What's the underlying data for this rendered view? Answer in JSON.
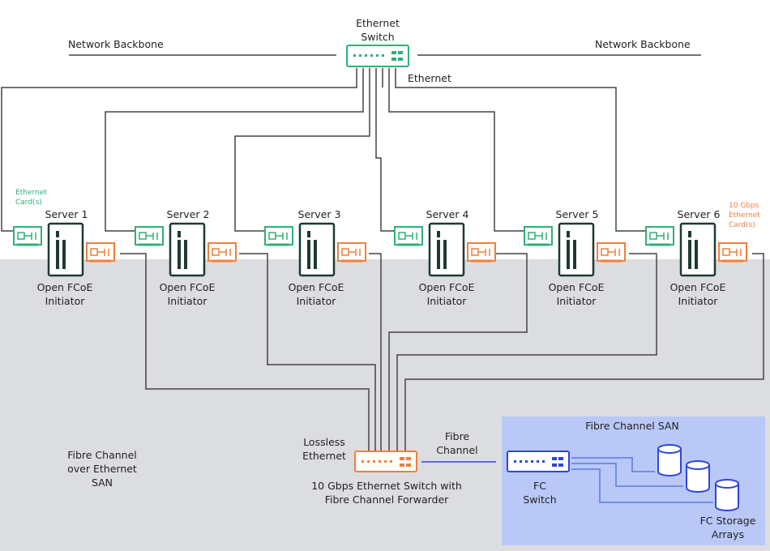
{
  "top": {
    "switch_label": "Ethernet\nSwitch",
    "backbone_left": "Network Backbone",
    "backbone_right": "Network Backbone",
    "ethernet_label": "Ethernet"
  },
  "servers": [
    {
      "name": "Server 1",
      "role": "Open FCoE\nInitiator"
    },
    {
      "name": "Server 2",
      "role": "Open FCoE\nInitiator"
    },
    {
      "name": "Server 3",
      "role": "Open FCoE\nInitiator"
    },
    {
      "name": "Server 4",
      "role": "Open FCoE\nInitiator"
    },
    {
      "name": "Server 5",
      "role": "Open FCoE\nInitiator"
    },
    {
      "name": "Server 6",
      "role": "Open FCoE\nInitiator"
    }
  ],
  "card_notes": {
    "ethernet_card": "Ethernet\nCard(s)",
    "ten_gbps_card": "10 Gbps\nEthernet\nCard(s)"
  },
  "san": {
    "fcoe_label": "Fibre Channel\nover Ethernet\nSAN",
    "lossless_label": "Lossless\nEthernet",
    "forwarder_label": "10 Gbps Ethernet Switch with\nFibre Channel Forwarder",
    "fibre_channel_label": "Fibre\nChannel",
    "fc_san_title": "Fibre Channel SAN",
    "fc_switch_label": "FC\nSwitch",
    "storage_label": "FC Storage\nArrays"
  },
  "colors": {
    "green": "#2fb077",
    "orange": "#f07f3c",
    "blue": "#2f45d9",
    "dark": "#1d3a33",
    "line": "#444444",
    "san_bg": "#dcdde0",
    "fc_bg": "#b9c8f7"
  }
}
